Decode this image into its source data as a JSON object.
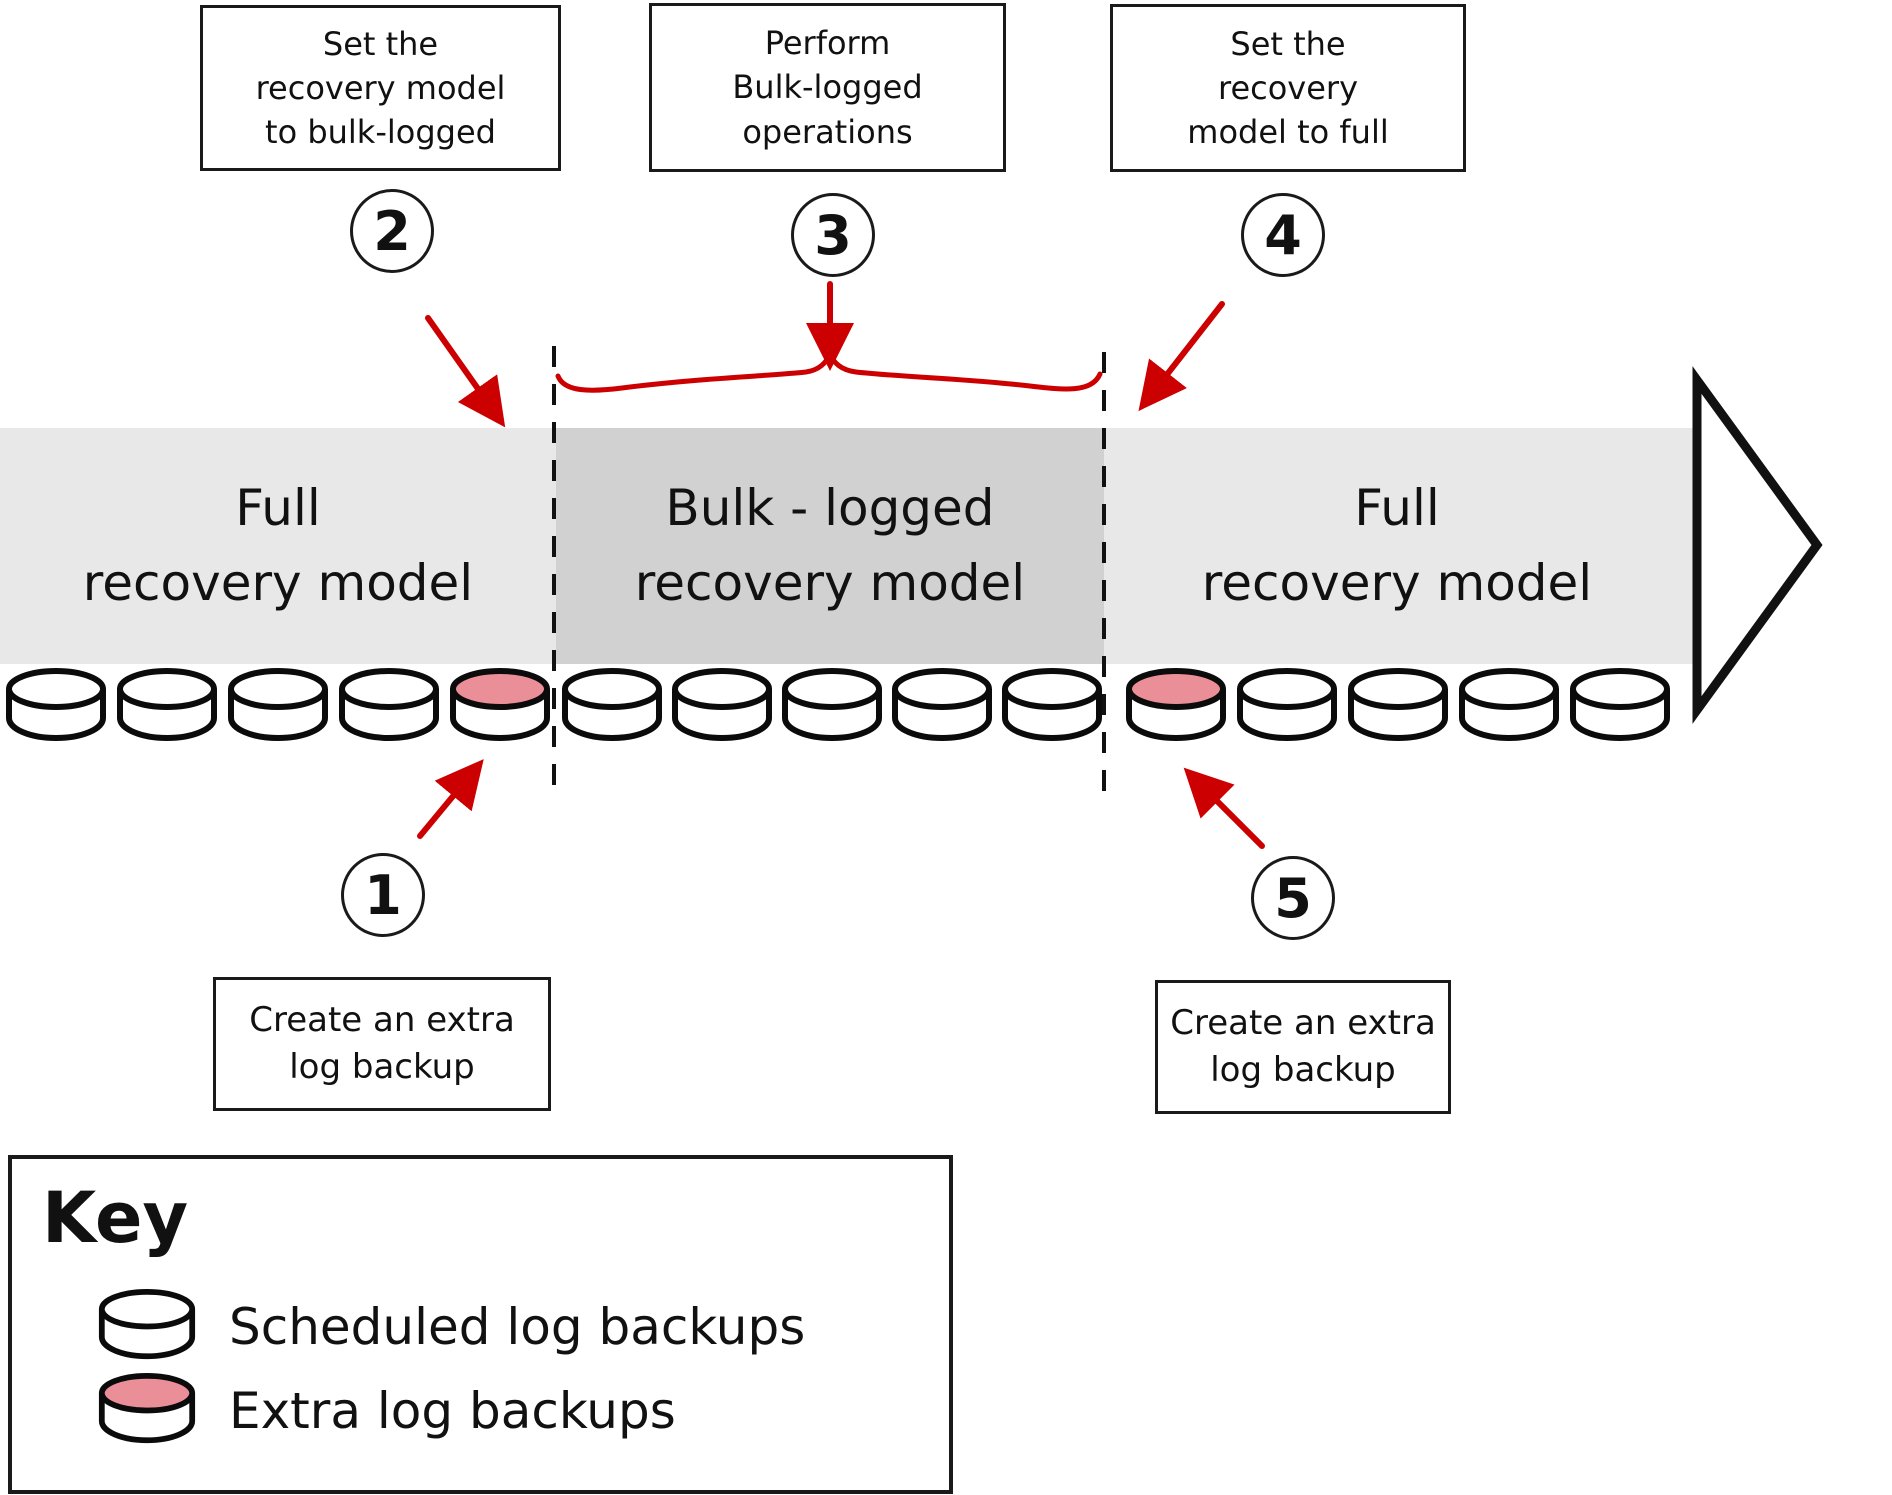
{
  "colors": {
    "accent_red": "#cc0000",
    "extra_backup_pink": "#ea8e98",
    "band_light": "#e8e8e8",
    "band_dark": "#d1d1d1"
  },
  "steps": {
    "step1": {
      "number": "1",
      "label": "Create an extra\nlog backup"
    },
    "step2": {
      "number": "2",
      "label": "Set the\nrecovery model\nto bulk-logged"
    },
    "step3": {
      "number": "3",
      "label": "Perform\nBulk-logged\noperations"
    },
    "step4": {
      "number": "4",
      "label": "Set the\nrecovery\nmodel to full"
    },
    "step5": {
      "number": "5",
      "label": "Create an extra\nlog backup"
    }
  },
  "timeline": {
    "sections": [
      {
        "label": "Full\nrecovery model",
        "shade": "light",
        "backups": [
          "scheduled",
          "scheduled",
          "scheduled",
          "scheduled",
          "extra"
        ]
      },
      {
        "label": "Bulk - logged\nrecovery model",
        "shade": "dark",
        "backups": [
          "scheduled",
          "scheduled",
          "scheduled",
          "scheduled",
          "scheduled"
        ]
      },
      {
        "label": "Full\nrecovery model",
        "shade": "light",
        "backups": [
          "extra",
          "scheduled",
          "scheduled",
          "scheduled",
          "scheduled"
        ]
      }
    ]
  },
  "key": {
    "title": "Key",
    "items": [
      {
        "swatch": "scheduled",
        "label": "Scheduled log backups"
      },
      {
        "swatch": "extra",
        "label": "Extra log backups"
      }
    ]
  }
}
